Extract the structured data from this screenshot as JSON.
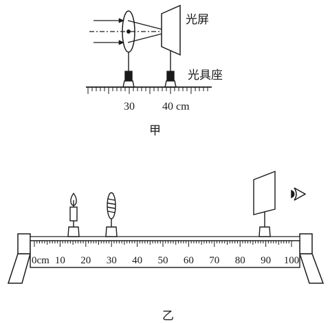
{
  "figure_a": {
    "screen_label": "光屏",
    "mount_label": "光具座",
    "scale_30": "30",
    "scale_40": "40 cm",
    "caption": "甲"
  },
  "figure_b": {
    "scale_labels": [
      "0cm",
      "10",
      "20",
      "30",
      "40",
      "50",
      "60",
      "70",
      "80",
      "90",
      "100"
    ],
    "caption": "乙"
  }
}
